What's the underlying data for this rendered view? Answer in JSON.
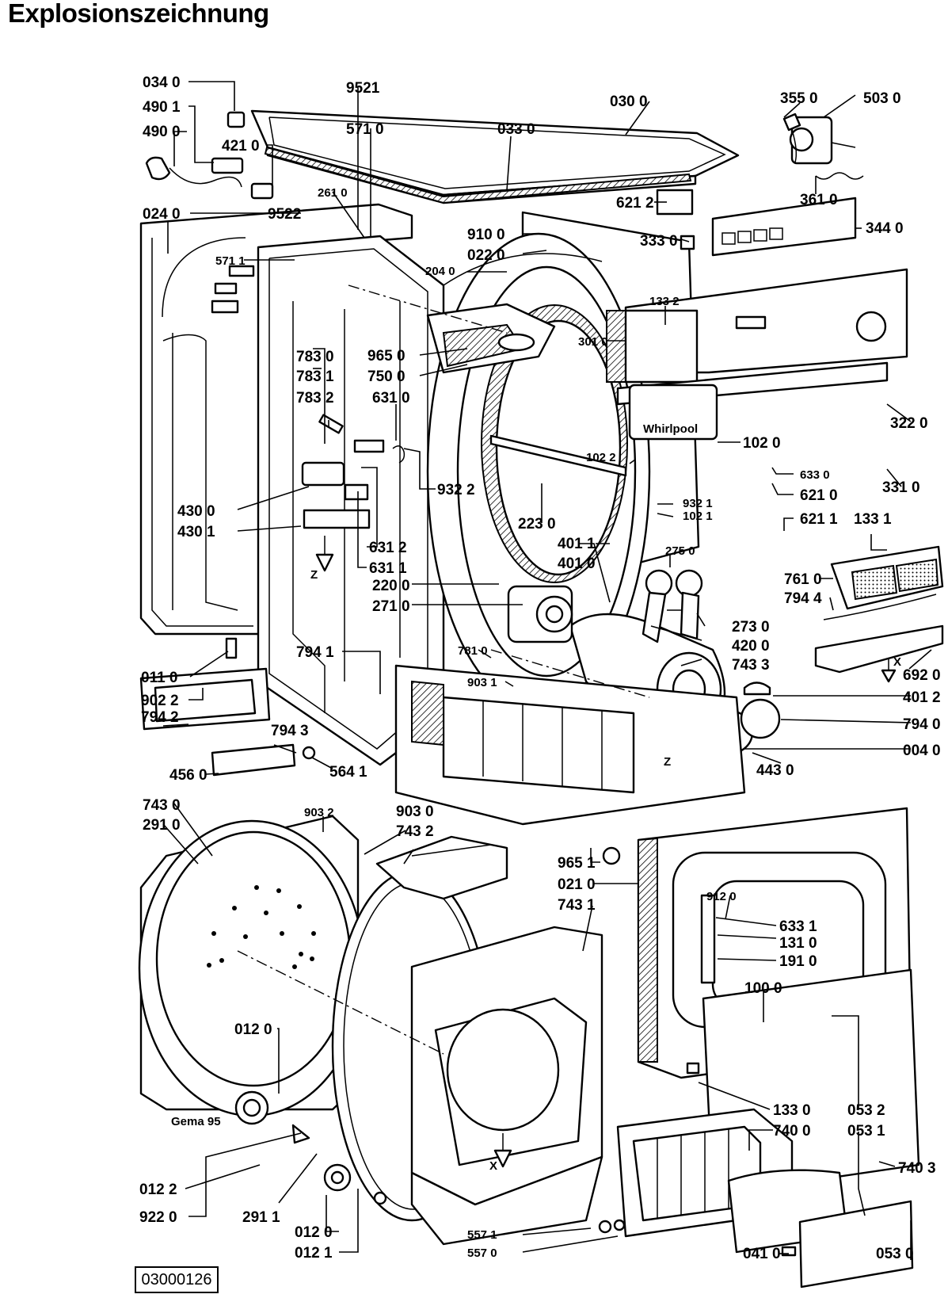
{
  "title": "Explosionszeichnung",
  "document_number": "03000126",
  "callouts": [
    "034 0",
    "490 1",
    "490 0",
    "421 0",
    "024 0",
    "9521",
    "571 0",
    "261 0",
    "9522",
    "571 1",
    "030 0",
    "033 0",
    "355 0",
    "503 0",
    "361 0",
    "621 2",
    "344 0",
    "333 0",
    "910 0",
    "022 0",
    "204 0",
    "133 2",
    "301 0",
    "965 0",
    "750 0",
    "783 0",
    "783 1",
    "783 2",
    "631 0",
    "932 2",
    "430 0",
    "430 1",
    "631 2",
    "631 1",
    "401 1",
    "401 0",
    "220 0",
    "271 0",
    "223 0",
    "102 2",
    "932 1",
    "102 1",
    "102 0",
    "322 0",
    "331 0",
    "633 0",
    "621 0",
    "621 1",
    "133 1",
    "761 0",
    "794 4",
    "275 0",
    "273 0",
    "420 0",
    "743 3",
    "692 0",
    "401 2",
    "794 0",
    "004 0",
    "443 0",
    "794 1",
    "781 0",
    "903 1",
    "011 0",
    "902 2",
    "794 2",
    "794 3",
    "564 1",
    "456 0",
    "903 2",
    "903 0",
    "743 2",
    "743 0",
    "291 0",
    "965 1",
    "021 0",
    "743 1",
    "912 0",
    "633 1",
    "131 0",
    "191 0",
    "100 0",
    "012 0",
    "133 0",
    "740 0",
    "053 2",
    "053 1",
    "740 3",
    "012 2",
    "922 0",
    "291 1",
    "557 1",
    "557 0",
    "041 0",
    "053 0",
    "012 1"
  ],
  "markers": [
    "Z",
    "Z",
    "X",
    "X"
  ],
  "brand_mark": "Whirlpool",
  "stamp": "Gema 95"
}
